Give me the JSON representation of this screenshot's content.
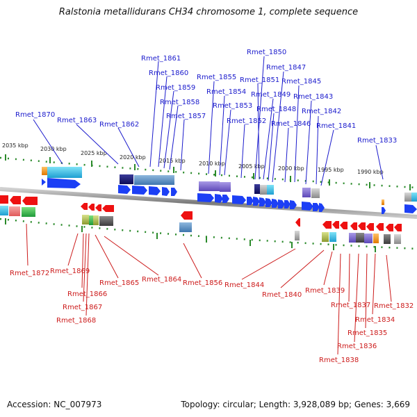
{
  "title": "Ralstonia metallidurans CH34 chromosome 1, complete sequence",
  "footer": {
    "accession": "Accession: NC_007973",
    "topology": "Topology: circular; Length: 3,928,089 bp; Genes: 3,669"
  },
  "colors": {
    "top_labels": "#1a1acc",
    "bottom_labels": "#cc1a1a",
    "forward_genes": "#1c3ff5",
    "reverse_genes": "#ee1111",
    "scale_ticks": "#2a8a2a",
    "backbone": "#8c8c8c"
  },
  "kbp_labels": [
    "2035 kbp",
    "2030 kbp",
    "2025 kbp",
    "2020 kbp",
    "2015 kbp",
    "2010 kbp",
    "2005 kbp",
    "2000 kbp",
    "1995 kbp",
    "1990 kbp"
  ],
  "top_genes": [
    "Rmet_1870",
    "Rmet_1863",
    "Rmet_1862",
    "Rmet_1861",
    "Rmet_1860",
    "Rmet_1859",
    "Rmet_1858",
    "Rmet_1857",
    "Rmet_1855",
    "Rmet_1854",
    "Rmet_1853",
    "Rmet_1852",
    "Rmet_1850",
    "Rmet_1851",
    "Rmet_1849",
    "Rmet_1848",
    "Rmet_1847",
    "Rmet_1846",
    "Rmet_1845",
    "Rmet_1843",
    "Rmet_1842",
    "Rmet_1841",
    "Rmet_1833"
  ],
  "bottom_genes": [
    "Rmet_1872",
    "Rmet_1869",
    "Rmet_1866",
    "Rmet_1867",
    "Rmet_1868",
    "Rmet_1865",
    "Rmet_1864",
    "Rmet_1856",
    "Rmet_1844",
    "Rmet_1840",
    "Rmet_1839",
    "Rmet_1837",
    "Rmet_1838",
    "Rmet_1836",
    "Rmet_1835",
    "Rmet_1834",
    "Rmet_1832"
  ]
}
